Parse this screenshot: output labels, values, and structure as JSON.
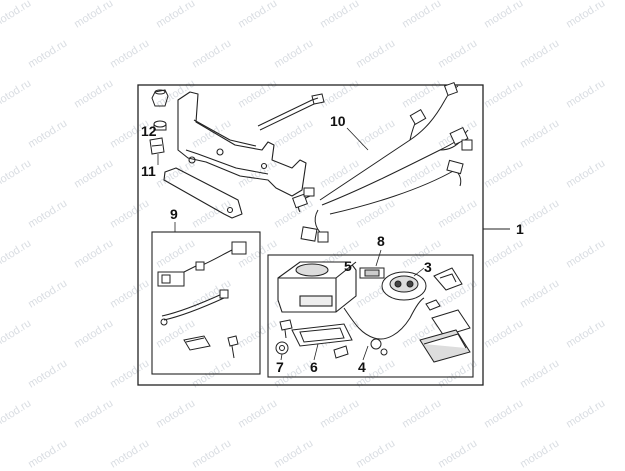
{
  "watermark": "motod.ru",
  "callouts": {
    "c1": "1",
    "c3": "3",
    "c4": "4",
    "c5": "5",
    "c6": "6",
    "c7": "7",
    "c8": "8",
    "c9": "9",
    "c10": "10",
    "c11": "11",
    "c12": "12"
  },
  "colors": {
    "line": "#222222",
    "watermark": "#d9dde2",
    "background": "#ffffff"
  }
}
